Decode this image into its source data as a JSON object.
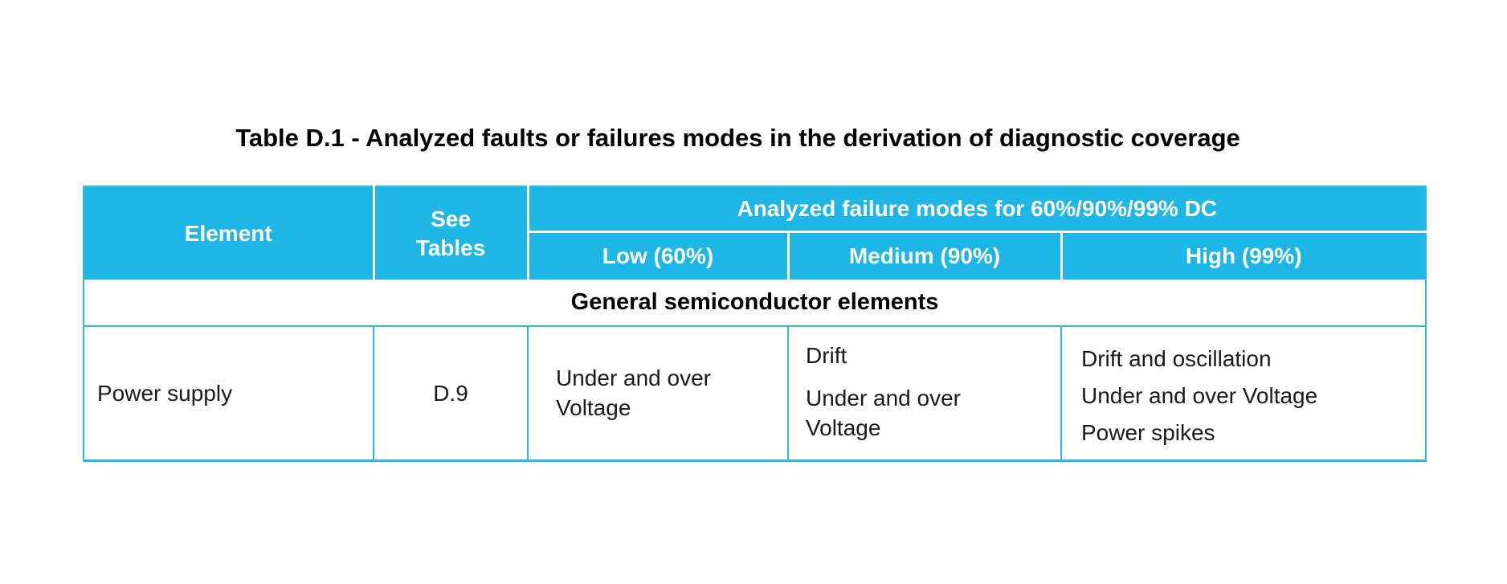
{
  "title": "Table D.1 - Analyzed faults or failures modes in the derivation of diagnostic coverage",
  "colors": {
    "header_bg": "#1EB7E5",
    "border": "#29BBE8",
    "band_bg": "#F3F8FC",
    "header_text": "#FFFFFF",
    "body_text": "#1A1A1A",
    "title_text": "#000000"
  },
  "table": {
    "header": {
      "element": "Element",
      "see_tables": "See Tables",
      "group": "Analyzed failure modes for 60%/90%/99% DC",
      "low": "Low (60%)",
      "medium": "Medium (90%)",
      "high": "High (99%)"
    },
    "section_band": "General semiconductor elements",
    "rows": [
      {
        "element": "Power supply",
        "see_tables": "D.9",
        "low": "Under and over Voltage",
        "medium": [
          "Drift",
          "Under and over Voltage"
        ],
        "high": [
          "Drift and oscillation",
          "Under and over Voltage",
          "Power spikes"
        ]
      }
    ]
  }
}
